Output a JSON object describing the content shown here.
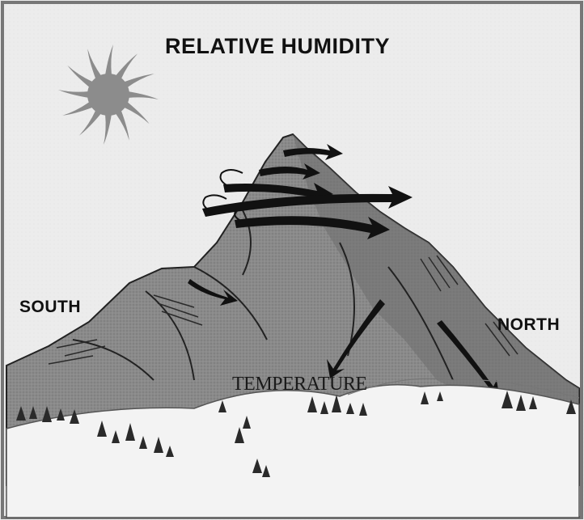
{
  "diagram": {
    "title": "RELATIVE HUMIDITY",
    "labels": {
      "south": "SOUTH",
      "north": "NORTH",
      "temperature": "TEMPERATURE"
    },
    "icons": [
      "sun-icon",
      "wind-arrow-icon",
      "tree-icon"
    ],
    "colors": {
      "sky": "#e9e9e9",
      "mountain": "#8a8a8a",
      "mountain_shadow": "#6e6e6e",
      "snow": "#f3f3f3",
      "sun": "#8c8c8c",
      "ink": "#111111"
    }
  }
}
